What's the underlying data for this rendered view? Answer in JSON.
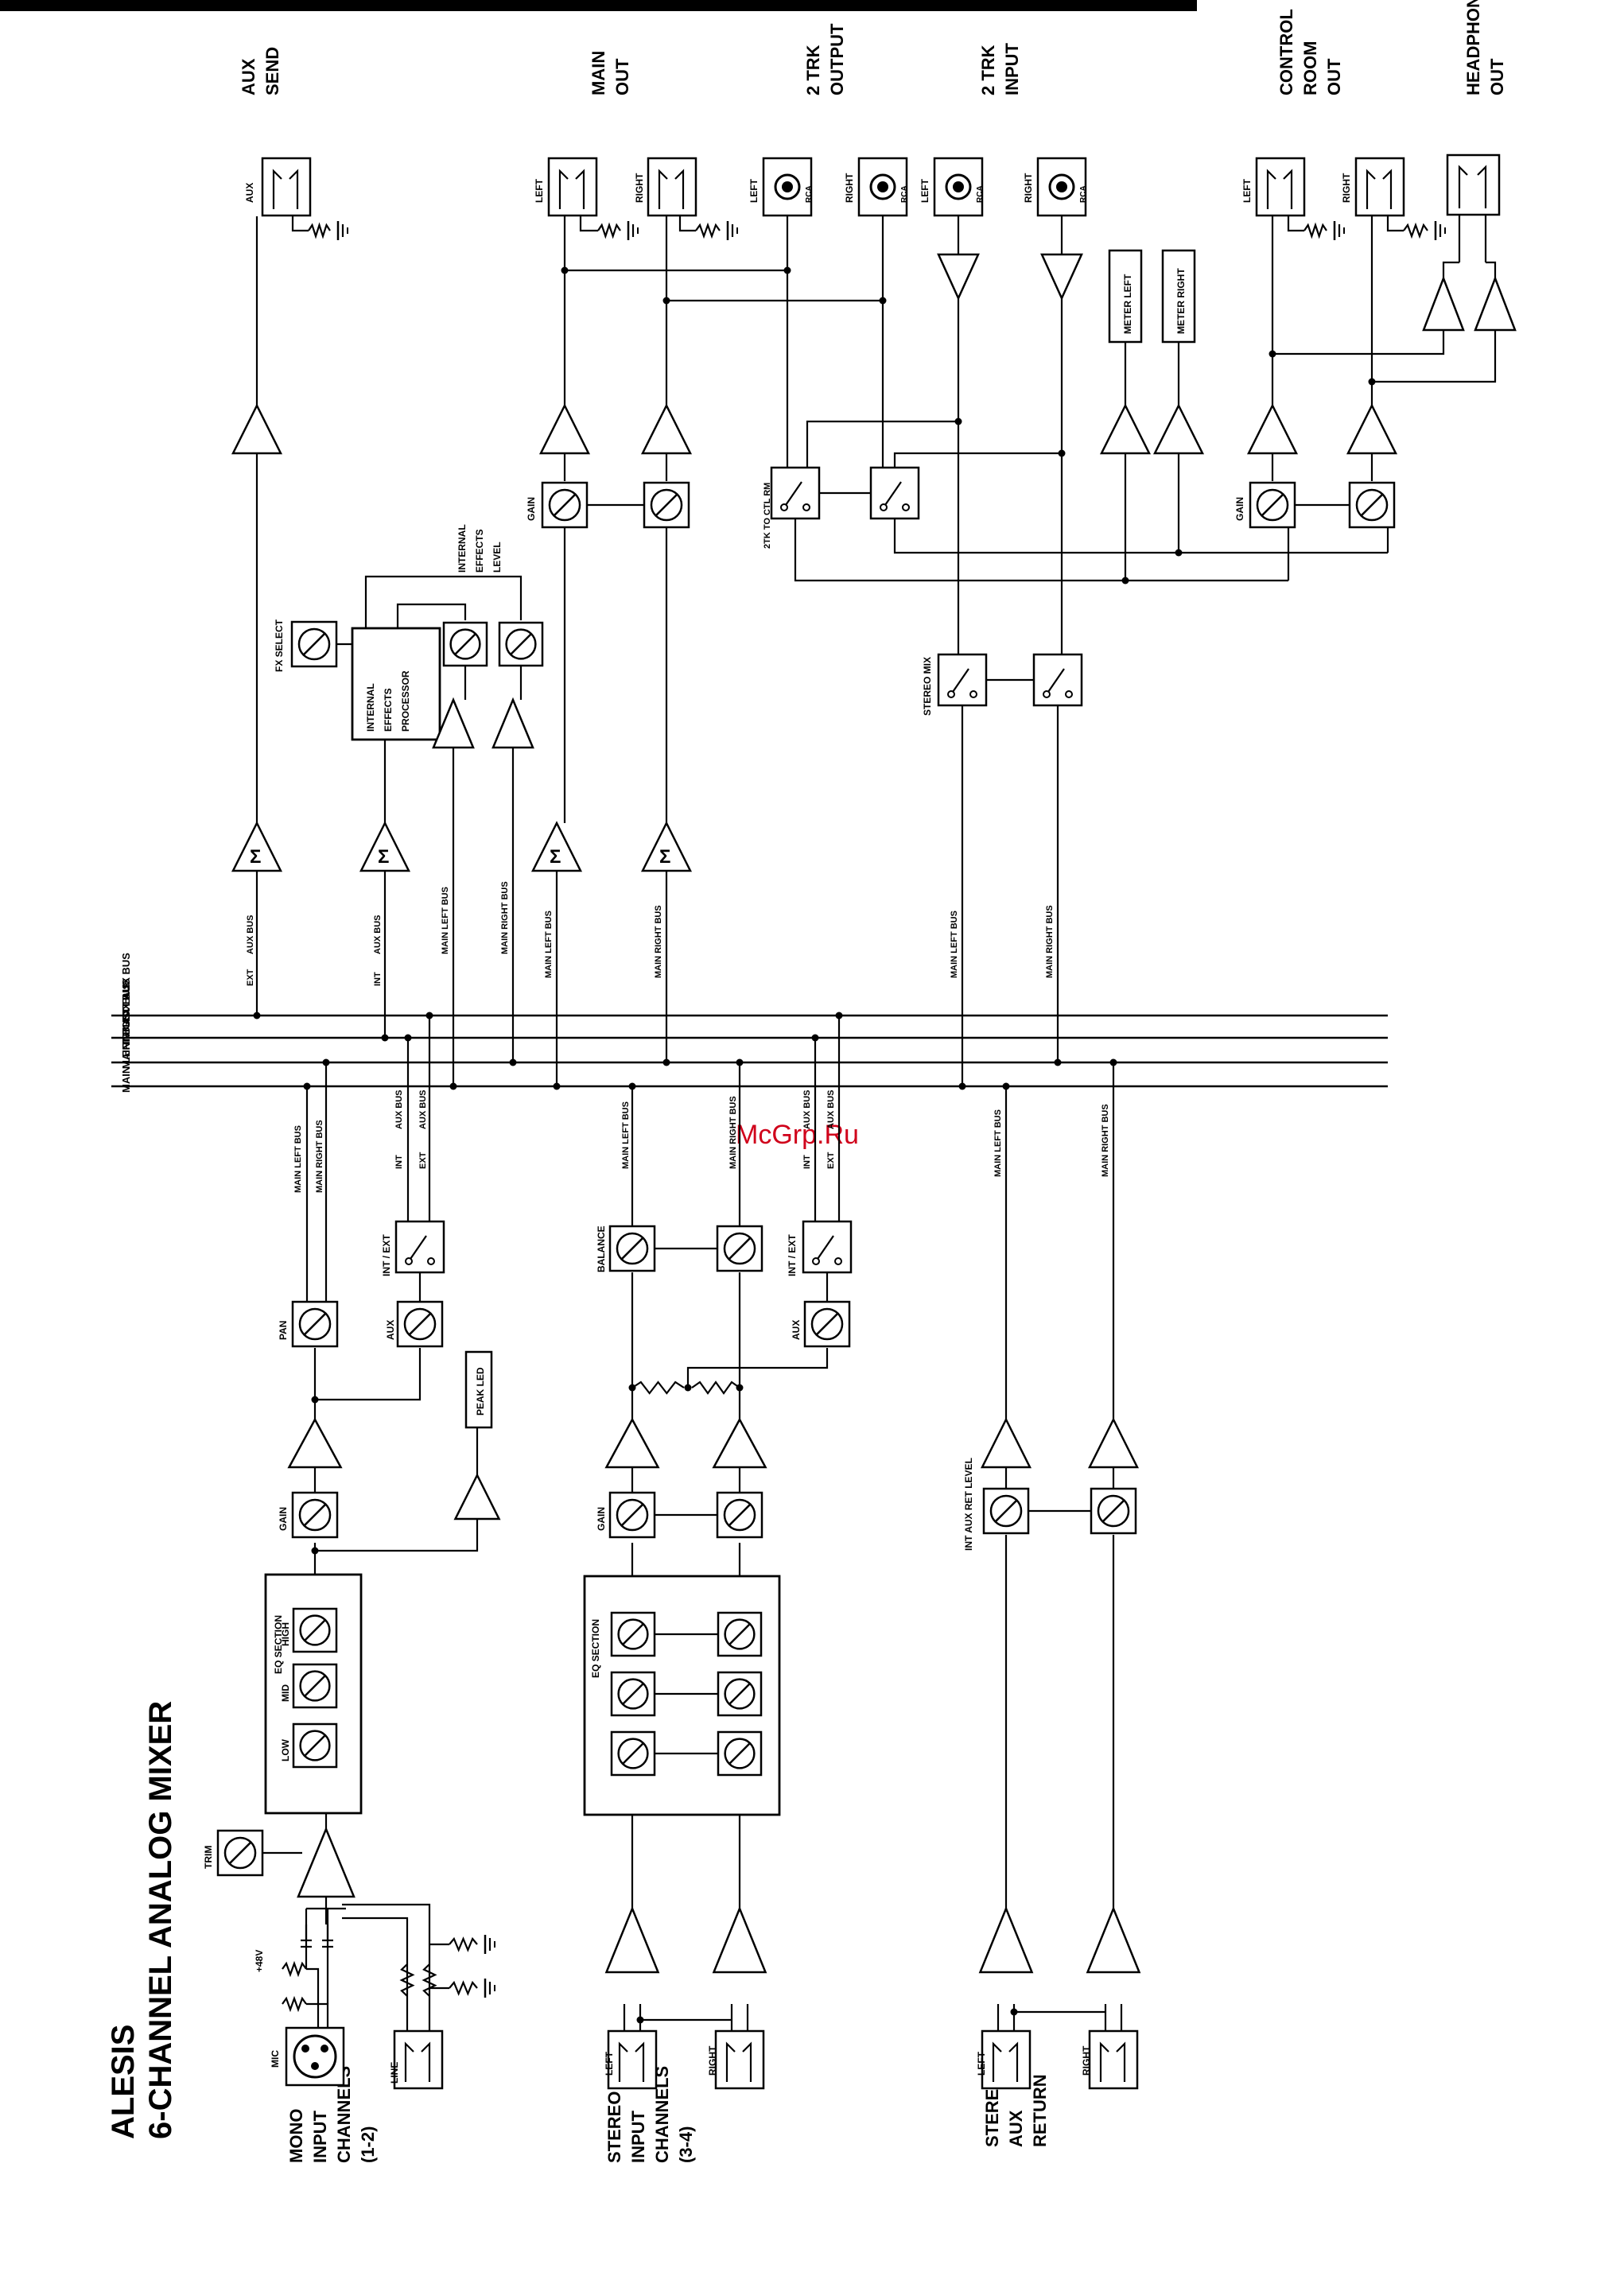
{
  "title": {
    "brand": "ALESIS",
    "model": "6-CHANNEL ANALOG MIXER"
  },
  "watermark": "McGrp.Ru",
  "buses": [
    "EXT AUX BUS",
    "INT AUX BUS",
    "MAIN RIGHT BUS",
    "MAIN LEFT BUS"
  ],
  "sections": {
    "mono": [
      "MONO",
      "INPUT",
      "CHANNELS",
      "(1-2)"
    ],
    "stereo": [
      "STEREO",
      "INPUT",
      "CHANNELS",
      "(3-4)"
    ],
    "aux_return": [
      "STEREO",
      "AUX",
      "RETURN"
    ],
    "aux_send": [
      "AUX",
      "SEND"
    ],
    "main_out": [
      "MAIN",
      "OUT"
    ],
    "trk_output": [
      "2 TRK",
      "OUTPUT"
    ],
    "trk_input": [
      "2 TRK",
      "INPUT"
    ],
    "control_room": [
      "CONTROL",
      "ROOM",
      "OUT"
    ],
    "headphone": [
      "HEADPHONE",
      "OUT"
    ]
  },
  "labels": {
    "mic": "MIC",
    "line": "LINE",
    "phantom": "+48V",
    "trim": "TRIM",
    "eq_low": "LOW",
    "eq_mid": "MID",
    "eq_high": "HIGH",
    "eq_section": "EQ SECTION",
    "gain": "GAIN",
    "pan": "PAN",
    "aux": "AUX",
    "int_ext": "INT / EXT",
    "peak_led": "PEAK LED",
    "balance": "BALANCE",
    "left": "LEFT",
    "right": "RIGHT",
    "rca": "RCA",
    "main_left_bus": "MAIN LEFT BUS",
    "main_right_bus": "MAIN RIGHT BUS",
    "aux_bus": "AUX BUS",
    "int": "INT",
    "ext": "EXT",
    "aux_rtn_level": "INT AUX RET LEVEL",
    "effects": [
      "INTERNAL",
      "EFFECTS",
      "PROCESSOR"
    ],
    "fx_level": [
      "INTERNAL",
      "EFFECTS",
      "LEVEL"
    ],
    "fx_select": "FX SELECT",
    "meter_left": "METER LEFT",
    "meter_right": "METER RIGHT",
    "stereo_mix": "STEREO MIX",
    "trk_to_ctl": "2TK TO CTL RM",
    "sigma": "Σ"
  }
}
